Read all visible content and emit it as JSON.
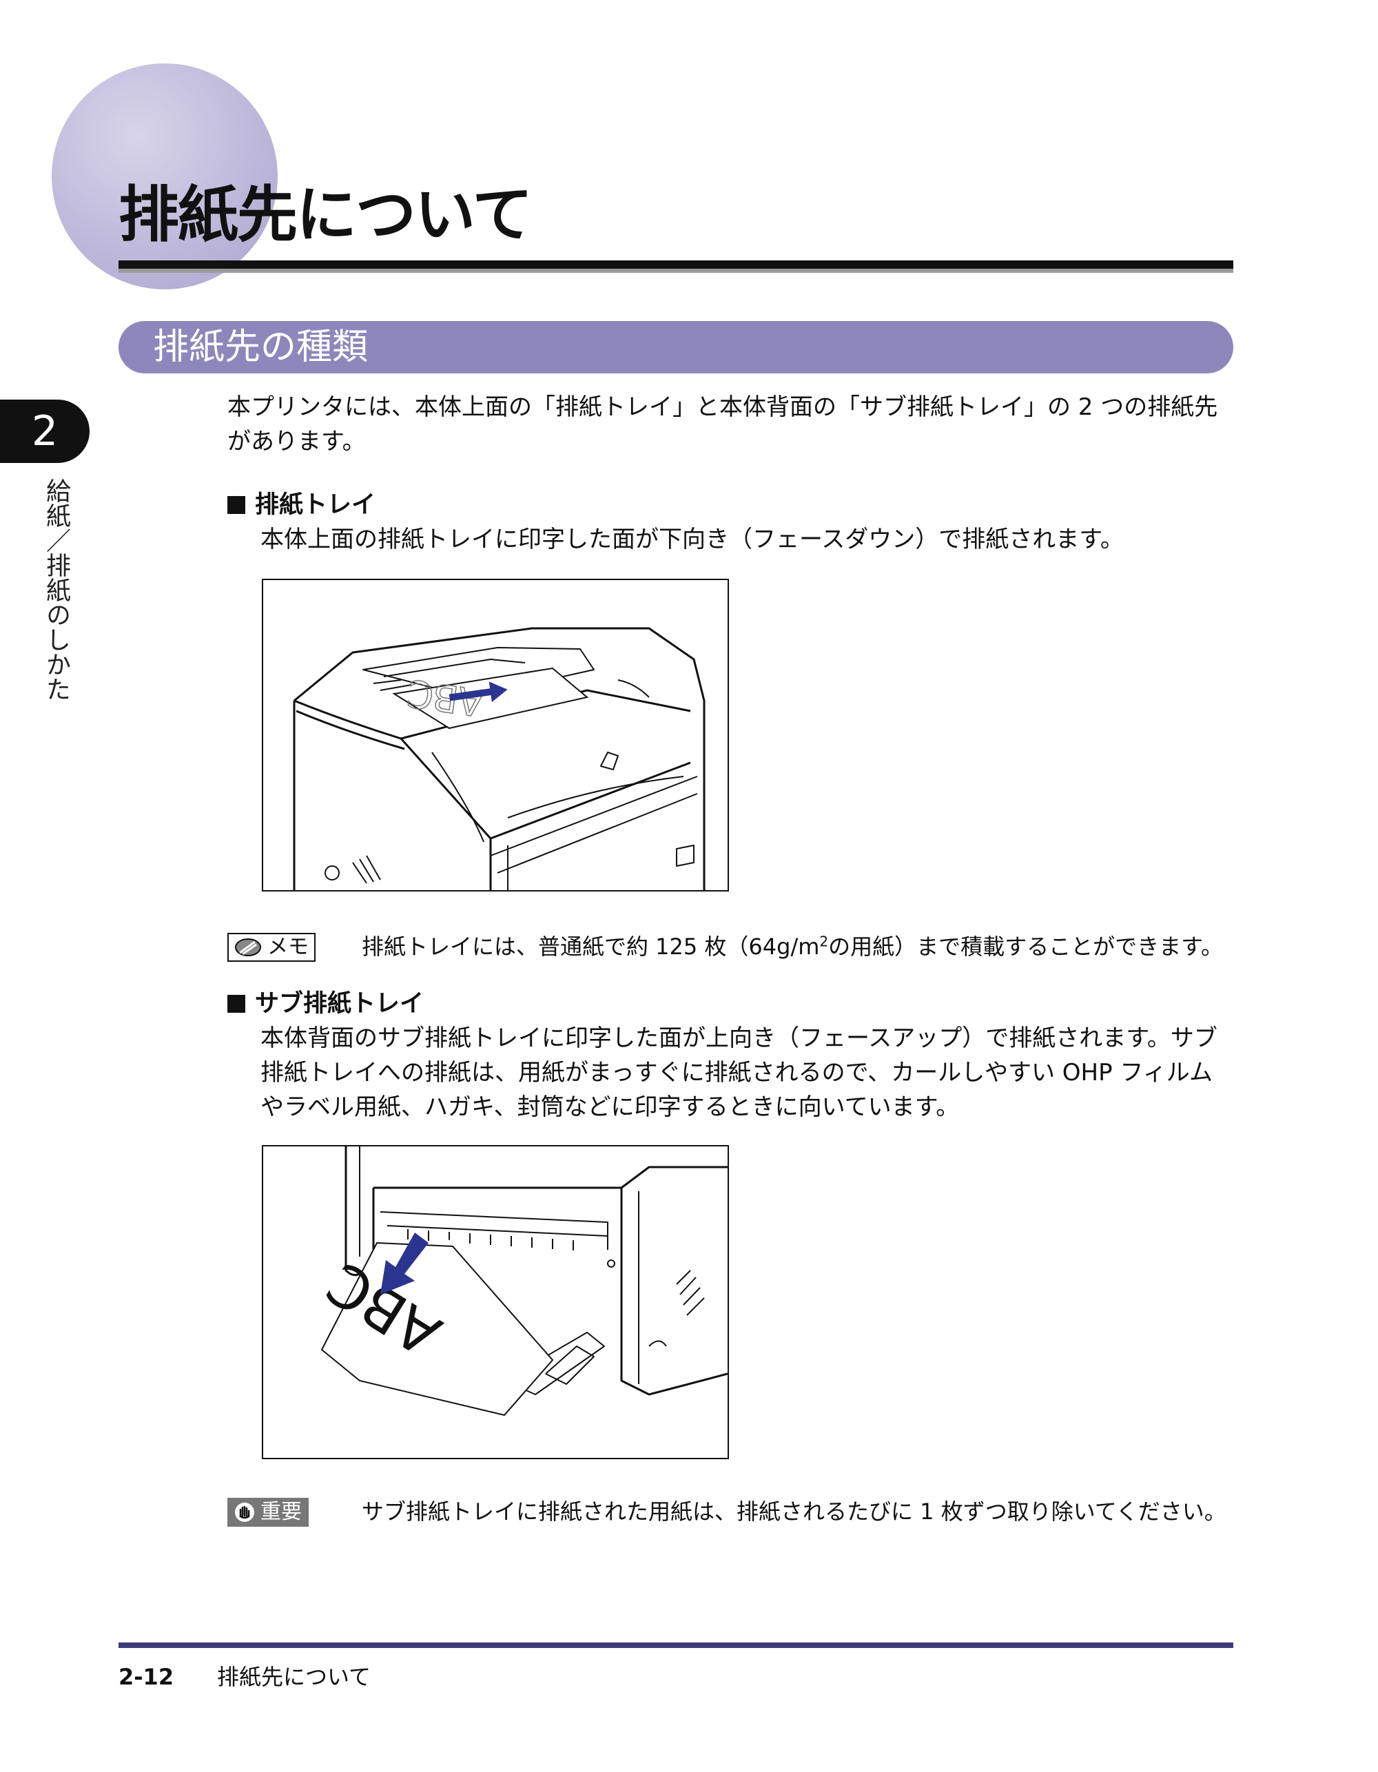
{
  "header": {
    "title": "排紙先について"
  },
  "section": {
    "title": "排紙先の種類"
  },
  "chapter": {
    "number": "2",
    "side_label": "給紙／排紙のしかた"
  },
  "intro": "本プリンタには、本体上面の「排紙トレイ」と本体背面の「サブ排紙トレイ」の 2 つの排紙先があります。",
  "output_tray": {
    "heading": "排紙トレイ",
    "description": "本体上面の排紙トレイに印字した面が下向き（フェースダウン）で排紙されます。",
    "paper_label": "ABC"
  },
  "memo": {
    "badge": "メモ",
    "text_before": "排紙トレイには、普通紙で約 125 枚（64g/m",
    "superscript": "2",
    "text_after": "の用紙）まで積載することができます。"
  },
  "sub_output_tray": {
    "heading": "サブ排紙トレイ",
    "description": "本体背面のサブ排紙トレイに印字した面が上向き（フェースアップ）で排紙されます。サブ排紙トレイへの排紙は、用紙がまっすぐに排紙されるので、カールしやすい OHP フィルムやラベル用紙、ハガキ、封筒などに印字するときに向いています。",
    "paper_label": "ABC"
  },
  "important": {
    "badge": "重要",
    "text": "サブ排紙トレイに排紙された用紙は、排紙されるたびに 1 枚ずつ取り除いてください。"
  },
  "footer": {
    "page_number": "2-12",
    "title": "排紙先について"
  },
  "colors": {
    "accent_purple": "#8d87bb",
    "footer_rule": "#3e3a7a",
    "arrow_blue": "#2b3590"
  }
}
